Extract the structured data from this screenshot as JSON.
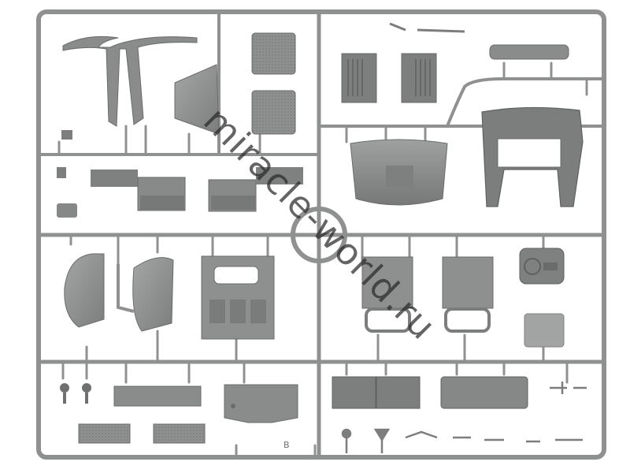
{
  "image": {
    "subject": "plastic model kit sprue frame with gray molded parts",
    "background_color": "#ffffff",
    "plastic_color": "#8d8f8e",
    "plastic_dark": "#6a6c6b",
    "plastic_light": "#a9abaa"
  },
  "watermark": {
    "text": "miracle-world.ru",
    "color": "#2a2a2a"
  },
  "sprue_code": {
    "text": "B"
  }
}
